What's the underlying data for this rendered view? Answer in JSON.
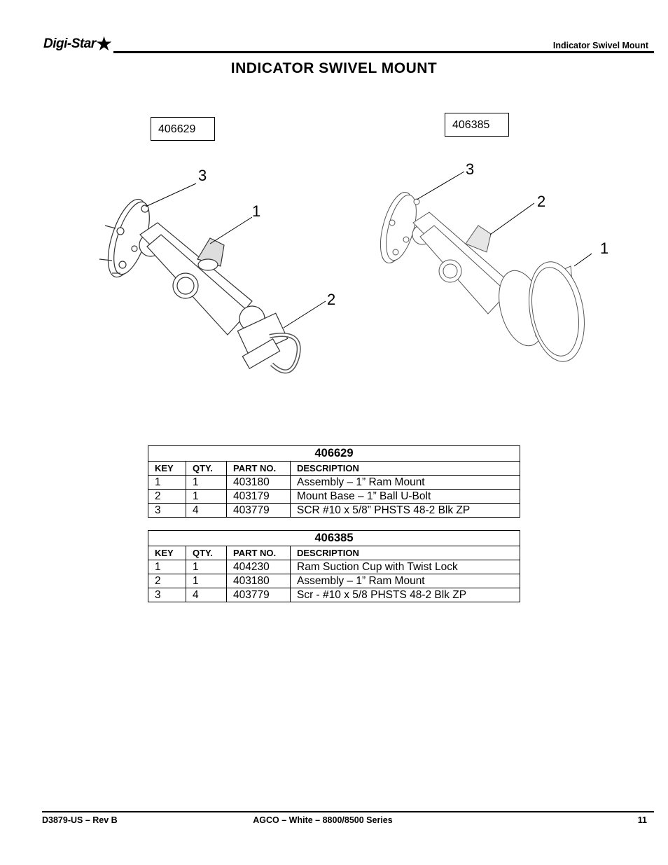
{
  "header": {
    "logo_text": "Digi-Star",
    "section_title": "Indicator Swivel Mount"
  },
  "page_title": "INDICATOR SWIVEL MOUNT",
  "figures": [
    {
      "part_number": "406629",
      "callouts": [
        "3",
        "1",
        "2"
      ]
    },
    {
      "part_number": "406385",
      "callouts": [
        "3",
        "2",
        "1"
      ]
    }
  ],
  "tables": [
    {
      "title": "406629",
      "columns": [
        "KEY",
        "QTY.",
        "PART NO.",
        "DESCRIPTION"
      ],
      "rows": [
        [
          "1",
          "1",
          "403180",
          "Assembly – 1” Ram Mount"
        ],
        [
          "2",
          "1",
          "403179",
          "Mount Base – 1” Ball U-Bolt"
        ],
        [
          "3",
          "4",
          "403779",
          "SCR #10 x 5/8” PHSTS 48-2 Blk ZP"
        ]
      ]
    },
    {
      "title": "406385",
      "columns": [
        "KEY",
        "QTY.",
        "PART NO.",
        "DESCRIPTION"
      ],
      "rows": [
        [
          "1",
          "1",
          "404230",
          "Ram Suction Cup with Twist Lock"
        ],
        [
          "2",
          "1",
          "403180",
          "Assembly – 1” Ram Mount"
        ],
        [
          "3",
          "4",
          "403779",
          "Scr - #10 x 5/8 PHSTS 48-2 Blk ZP"
        ]
      ]
    }
  ],
  "footer": {
    "doc_id": "D3879-US – Rev B",
    "series": "AGCO – White – 8800/8500 Series",
    "page_number": "11"
  }
}
